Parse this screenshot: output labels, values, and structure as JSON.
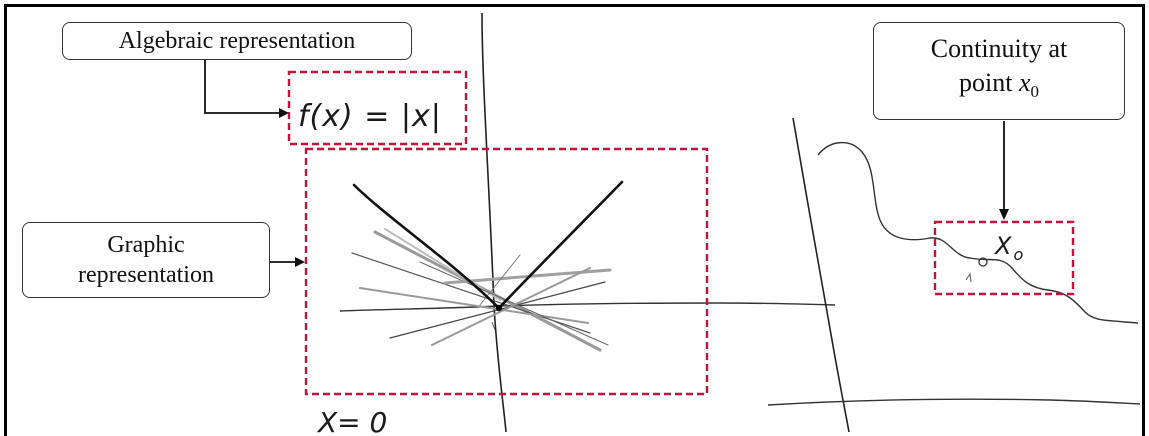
{
  "labels": {
    "algebraic": "Algebraic representation",
    "graphic_line1": "Graphic",
    "graphic_line2": "representation",
    "continuity_line1": "Continuity at",
    "continuity_line2_prefix": "point ",
    "continuity_var": "x",
    "continuity_sub": "0"
  },
  "handwriting": {
    "formula": "f(x) = |x|",
    "x_zero": "X= 0",
    "x_naught": "X",
    "x_naught_sub": "o"
  },
  "colors": {
    "highlight_box": "#c0143c",
    "ink": "#1a1a1a",
    "faint_pencil": "#a8a8a8"
  }
}
